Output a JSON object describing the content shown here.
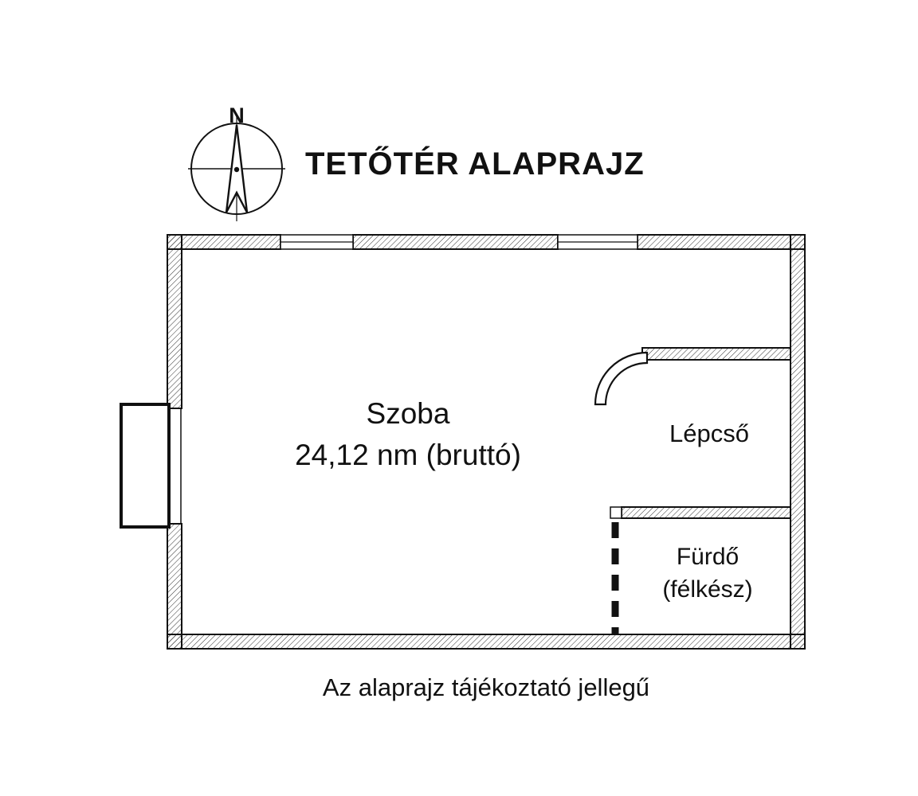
{
  "page": {
    "title": "TETŐTÉR ALAPRAJZ",
    "footer_note": "Az alaprajz tájékoztató jellegű"
  },
  "compass": {
    "north_label": "N"
  },
  "rooms": {
    "szoba": {
      "name": "Szoba",
      "area": "24,12 nm (bruttó)"
    },
    "lepcso": {
      "name": "Lépcső"
    },
    "furdo": {
      "name": "Fürdő",
      "status": "(félkész)"
    }
  },
  "colors": {
    "ink": "#111111",
    "background": "#ffffff"
  }
}
